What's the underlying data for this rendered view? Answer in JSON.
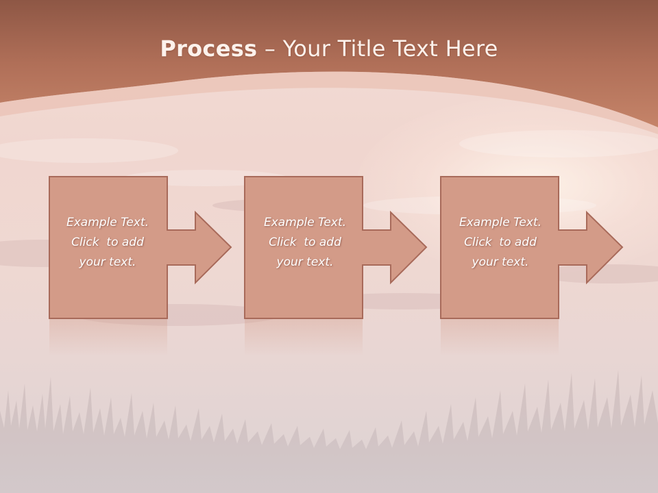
{
  "title": {
    "bold": "Process",
    "rest": " – Your Title Text Here"
  },
  "steps": [
    {
      "lines": [
        "Example Text.",
        "Click  to add",
        "your text."
      ]
    },
    {
      "lines": [
        "Example Text.",
        "Click  to add",
        "your text."
      ]
    },
    {
      "lines": [
        "Example Text.",
        "Click  to add",
        "your text."
      ]
    }
  ],
  "colors": {
    "header": "#b8735c",
    "box_fill": "#d39b88",
    "box_stroke": "#a86a5a"
  }
}
